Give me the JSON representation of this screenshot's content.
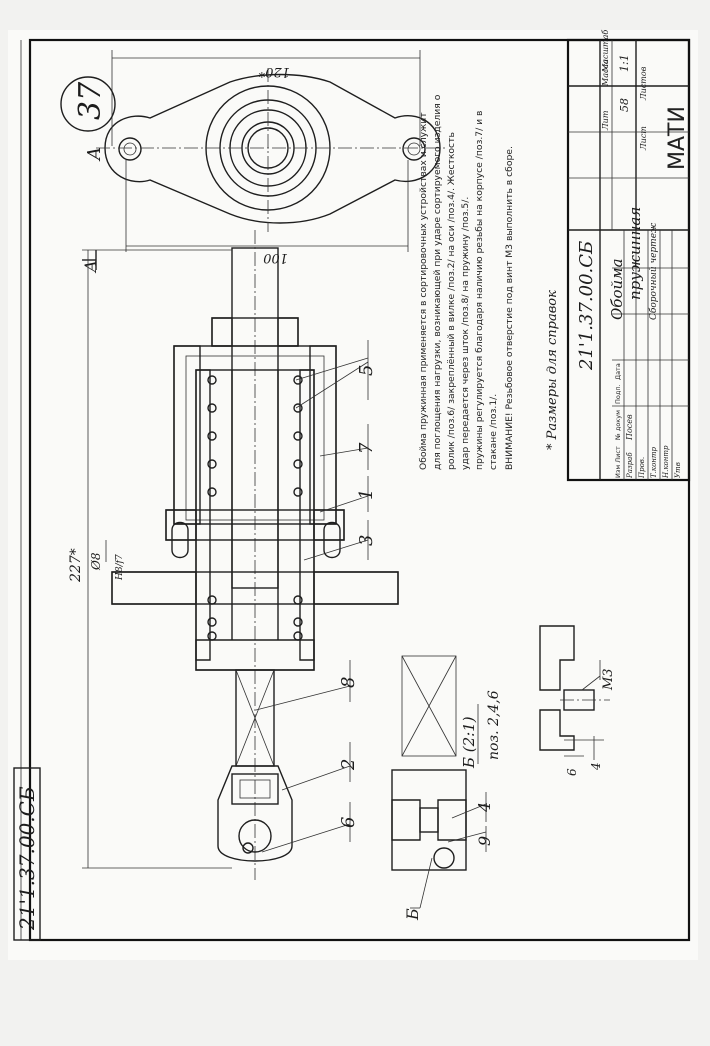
{
  "stamp": {
    "sheet_number": "37",
    "drawing_code": "21'1.37.00.СБ",
    "drawing_code_rotated": "21'1.37.00.СБ",
    "title": "Обойма",
    "title2": "пружинная",
    "doc_type": "Сборочный чертеж",
    "org": "МАТИ",
    "lit_label": "Лит",
    "mass_label": "Масса",
    "scale_label": "Масштаб",
    "mass_value": "58",
    "scale_value": "1:1",
    "sheet_label": "Лист",
    "sheets_label": "Листов",
    "rows": [
      "Изм Лист",
      "№ докум",
      "Подп.",
      "Дата",
      "Разраб",
      "Пров.",
      "Т.контр",
      "Н.контр",
      "Утв"
    ],
    "developer": "Посев"
  },
  "notes": {
    "paragraph": "Обойма пружинная применяется в сортировочных устройствах и служит для поглощения нагрузки, возникающей при ударе сортируемого изделия о ролик /поз.6/ закреплённый в вилке /поз.2/ на оси /поз.4/. Удар передается через шток /поз.8/ на пружину /поз.5/. Жесткость пружины регулируется благодаря наличию резьбы на корпусе /поз.7/ и в стакане /поз.1/.",
    "lines": [
      "Обойма пружинная применяется в сортировочных устройствах и служит",
      "для поглощения нагрузки, возникающей при ударе сортируемого изделия о",
      "ролик /поз.6/ закреплённый в вилке /поз.2/ на оси /поз.4/. Жесткость",
      "удар передается через шток /поз.8/ на пружину /поз.5/.",
      "пружины регулируется благодаря наличию резьбы на корпусе /поз.7/ и в",
      "стакане /поз.1/."
    ],
    "warning": "ВНИМАНИЕ!  Резьбовое отверстие под винт М3 выполнить в сборе.",
    "reference": "* Размеры для справок"
  },
  "view": {
    "label_a": "A",
    "label_a2": "A",
    "label_b": "Б",
    "detail_title": "Б (2:1)",
    "detail_sub": "поз. 2,4,6",
    "thread": "М3"
  },
  "dimensions": {
    "length": "227*",
    "width": "100",
    "height": "120*",
    "bore": "Ø8",
    "fit": "H8/f7",
    "small1": "4",
    "small2": "6"
  },
  "callouts": [
    "1",
    "2",
    "3",
    "4",
    "5",
    "6",
    "7",
    "8",
    "9"
  ]
}
